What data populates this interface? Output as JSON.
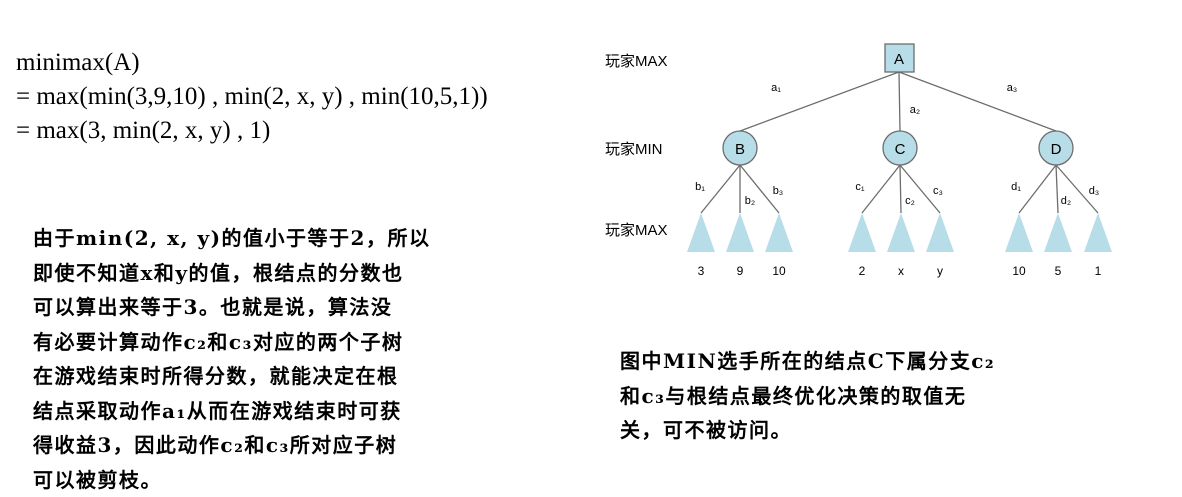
{
  "formula": {
    "lines": [
      "minimax(A)",
      "= max(min(3,9,10) , min(2, x, y) , min(10,5,1))",
      "= max(3, min(2, x, y) , 1)"
    ]
  },
  "explanation": {
    "lines": [
      "由于min(2, x, y)的值小于等于2，所以",
      "即使不知道x和y的值，根结点的分数也",
      "可以算出来等于3。也就是说，算法没",
      "有必要计算动作c₂和c₃对应的两个子树",
      "在游戏结束时所得分数，就能决定在根",
      "结点采取动作a₁从而在游戏结束时可获",
      "得收益3，因此动作c₂和c₃所对应子树",
      "可以被剪枝。"
    ]
  },
  "note": {
    "lines": [
      "图中MIN选手所在的结点C下属分支c₂",
      "和c₃与根结点最终优化决策的取值无",
      "关，可不被访问。"
    ]
  },
  "tree": {
    "level_labels": [
      "玩家MAX",
      "玩家MIN",
      "玩家MAX"
    ],
    "root": "A",
    "min_nodes": [
      "B",
      "C",
      "D"
    ],
    "root_edges": [
      "a₁",
      "a₂",
      "a₃"
    ],
    "child_edges": [
      [
        "b₁",
        "b₂",
        "b₃"
      ],
      [
        "c₁",
        "c₂",
        "c₃"
      ],
      [
        "d₁",
        "d₂",
        "d₃"
      ]
    ],
    "leaf_values": [
      [
        "3",
        "9",
        "10"
      ],
      [
        "2",
        "x",
        "y"
      ],
      [
        "10",
        "5",
        "1"
      ]
    ],
    "colors": {
      "node_fill": "#b7dde8",
      "edge": "#6d6d6d"
    }
  }
}
